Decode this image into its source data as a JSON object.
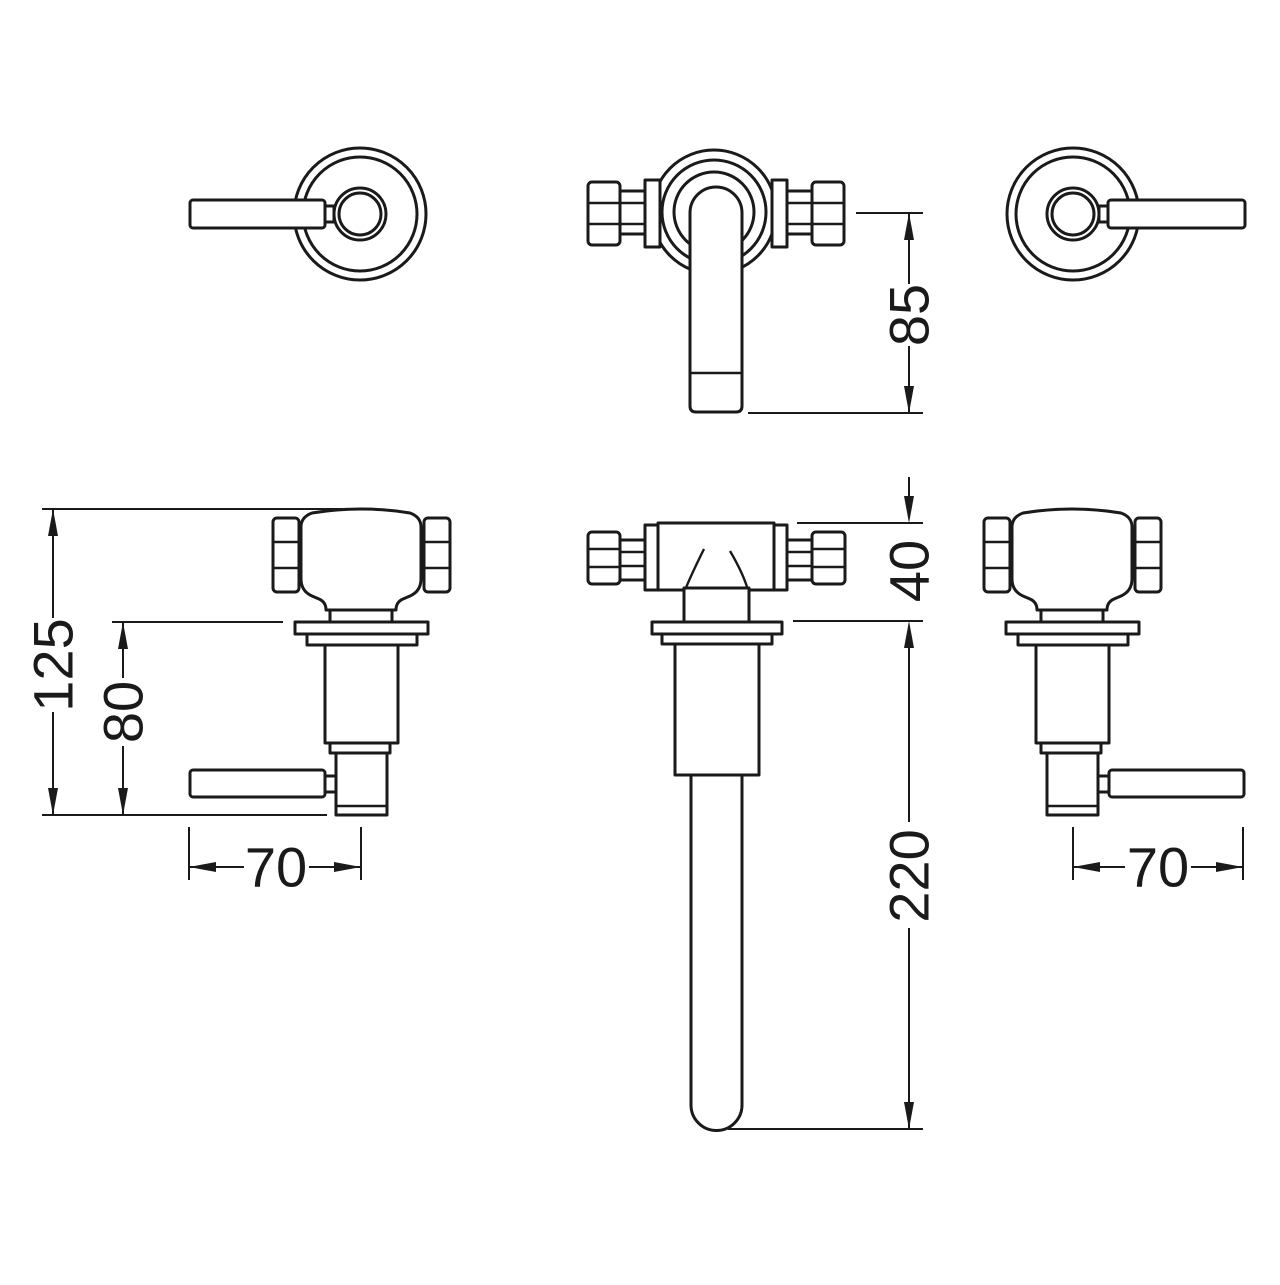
{
  "drawing": {
    "dimensions": {
      "spout_drop": "85",
      "wall_to_flange": "40",
      "spout_reach": "220",
      "valve_total_height": "125",
      "valve_flange_to_base": "80",
      "left_handle_length": "70",
      "right_handle_length": "70"
    },
    "colors": {
      "line": "#1a1a1a",
      "background": "#ffffff"
    }
  }
}
